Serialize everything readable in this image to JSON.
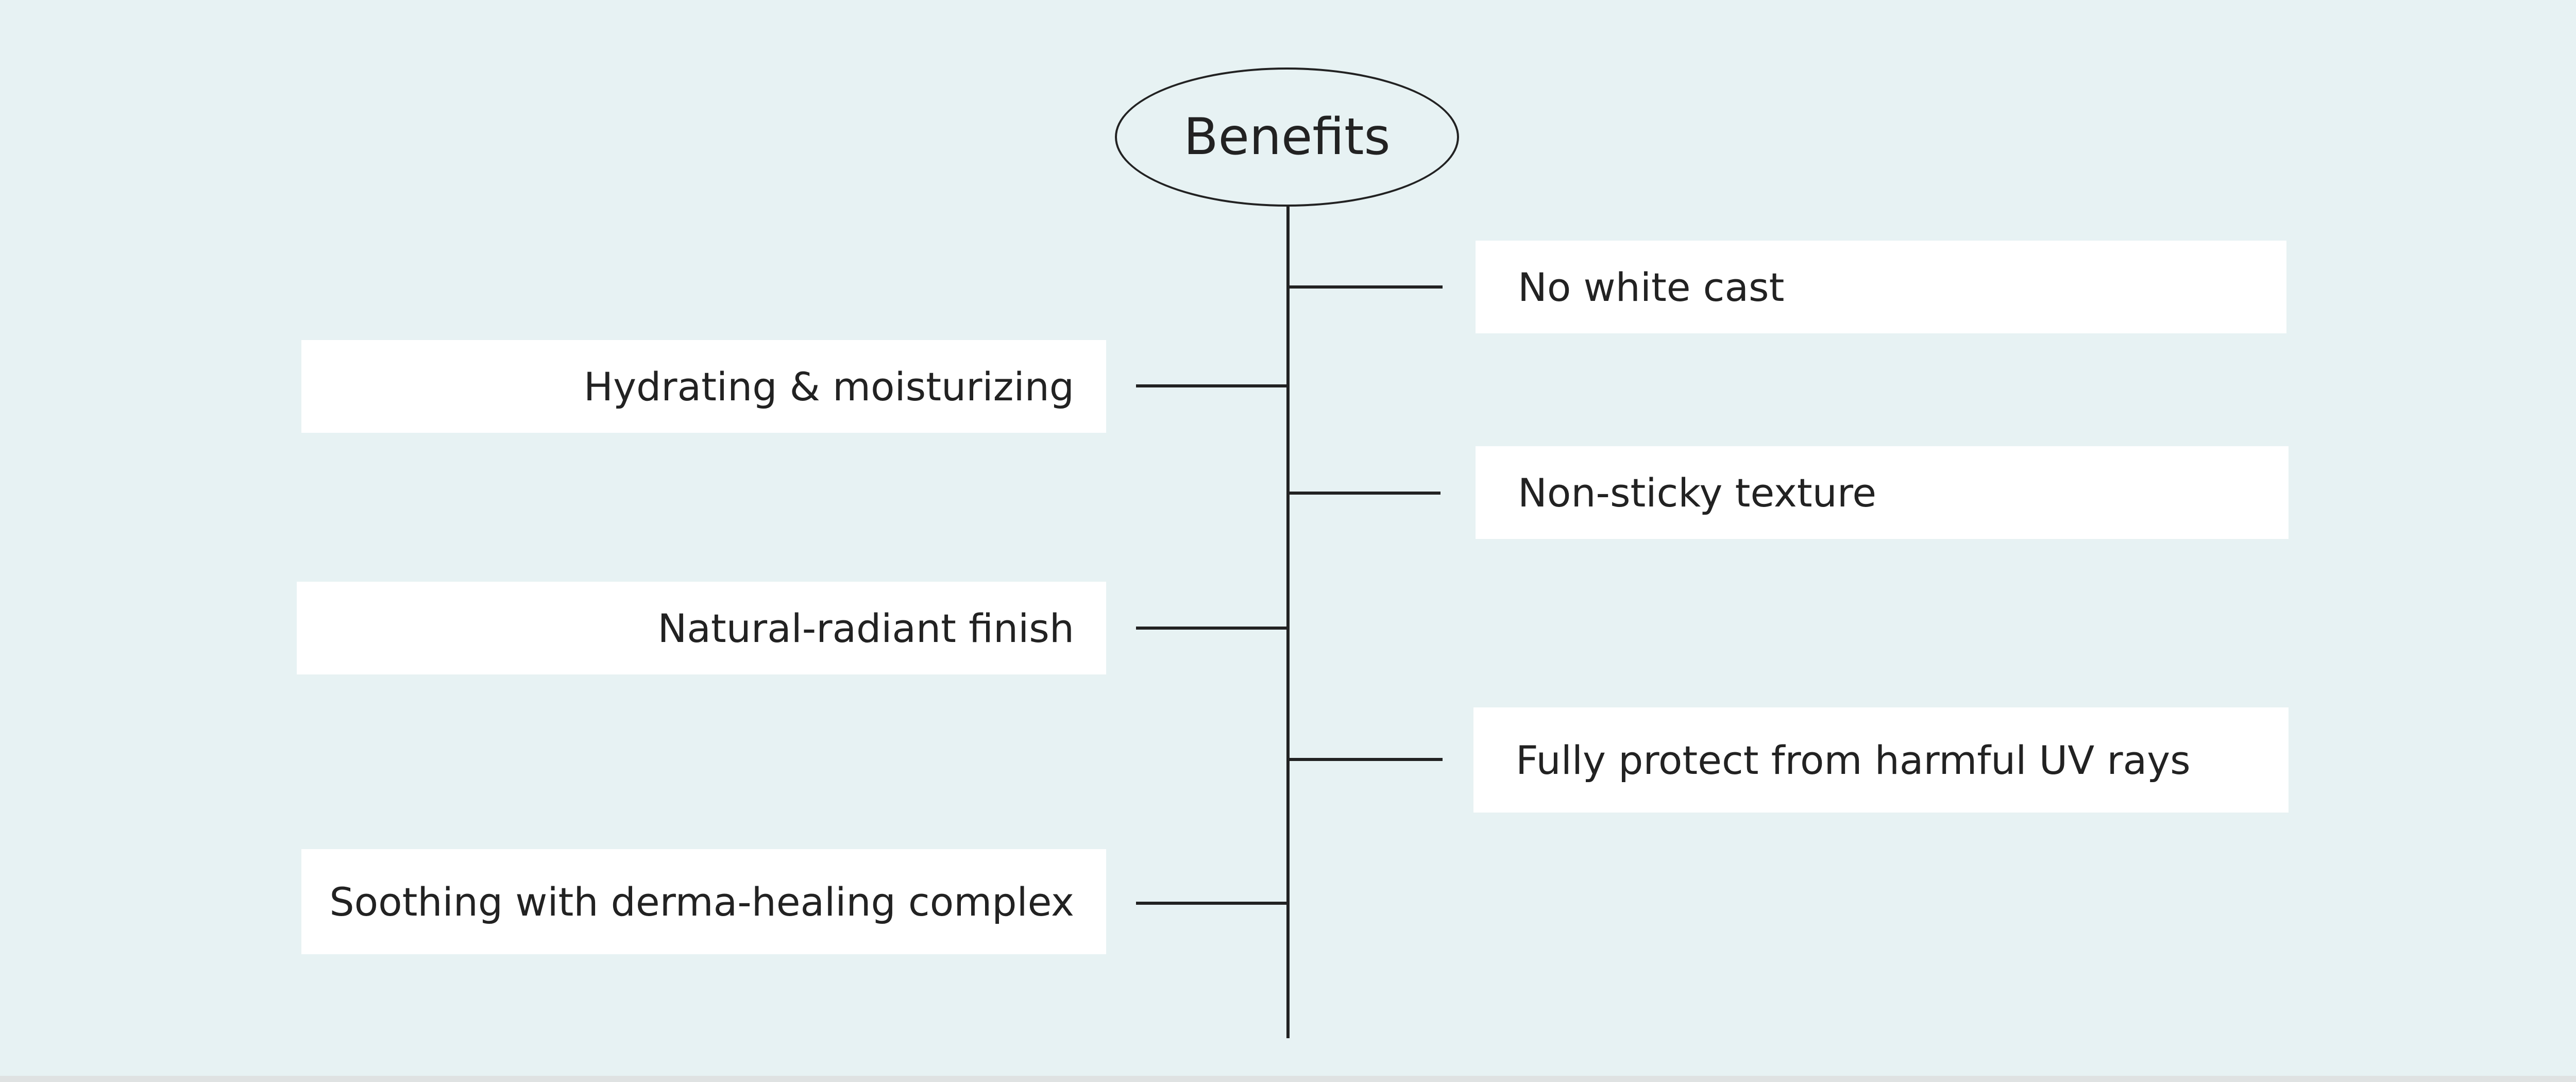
{
  "diagram": {
    "title": "Benefits",
    "benefits": [
      {
        "label": "No white cast",
        "side": "right"
      },
      {
        "label": "Hydrating & moisturizing",
        "side": "left"
      },
      {
        "label": "Non-sticky texture",
        "side": "right"
      },
      {
        "label": "Natural-radiant finish",
        "side": "left"
      },
      {
        "label": "Fully protect from harmful UV rays",
        "side": "right"
      },
      {
        "label": "Soothing with derma-healing complex",
        "side": "left"
      }
    ]
  },
  "colors": {
    "background": "#e7f2f3",
    "box": "#ffffff",
    "line": "#222222",
    "text": "#222222"
  }
}
